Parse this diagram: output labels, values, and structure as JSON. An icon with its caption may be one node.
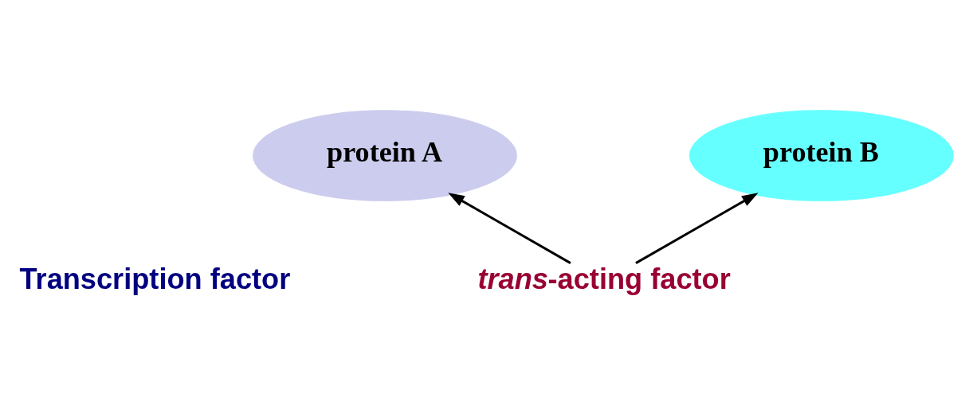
{
  "diagram": {
    "nodes": [
      {
        "text": [
          "protein A"
        ]
      },
      {
        "text": [
          "protein B"
        ]
      },
      {
        "text": [
          "*trans*-acting factor"
        ]
      }
    ],
    "edges": [
      {
        "from": 2,
        "to": 0,
        "arrow": "to"
      },
      {
        "from": 2,
        "to": 1,
        "arrow": "to"
      }
    ],
    "labels": [
      "Transcription factor"
    ]
  }
}
